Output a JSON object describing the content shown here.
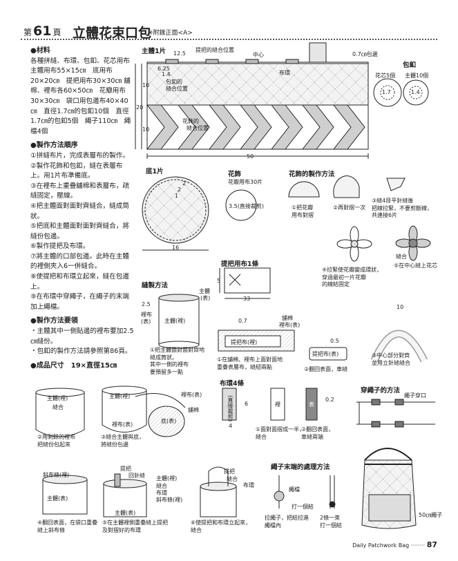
{
  "header": {
    "page_prefix": "第",
    "page_number": "61",
    "page_suffix": "頁",
    "title": "立體花束口包",
    "note": "※附錄正面<A>"
  },
  "materials": {
    "heading": "●材料",
    "body": "各種拼縫、布環、包釦、花芯用布　主體用布55×15㎝　底用布20×20㎝　提把用布30×30㎝ 舖棉、裡布各60×50㎝　花瓣用布30×30㎝　袋口用包邊布40×40㎝　直徑1.7㎝的包釦10個　直徑1.7㎝的包釦5個　繩子110㎝　繩檔4個"
  },
  "steps": {
    "heading": "●製作方法順序",
    "items": [
      "①拼縫布片，完成表層布的製作。",
      "②製作花飾和包釦，縫在表層布上。用1片布準備底。",
      "③在裡布上重疊舖棉和表層布，疏縫固定，壓線。",
      "④把主體面對面對齊縫合，縫成筒狀。",
      "⑤把底和主體面對面對齊縫合，將縫份包邊。",
      "⑥製作提把及布環。",
      "⑦將主體的口部包邊。此時在主體的裡側夾入6一併縫合。",
      "⑧使提把和布環立起來，縫在包邊上。",
      "⑨在布環中穿繩子，在繩子的末端加上繩檔。"
    ]
  },
  "points": {
    "heading": "●製作方法要領",
    "items": [
      "・主體其中一側貼邊的裡布要加2.5㎝縫份。",
      "・包釦的製作方法請參照第86頁。"
    ]
  },
  "size": {
    "label": "●成品尺寸",
    "value": "19×直徑15㎝"
  },
  "main_body": {
    "title": "主體1片",
    "handle_pos": "提把的縫合位置",
    "center": "中心",
    "loop": "布環",
    "binding": "0.7㎝包邊",
    "dim_12_5": "12.5",
    "dim_6_25": "6.25",
    "dim_1_4": "1.4",
    "button_pos_1": "包釦的",
    "button_pos_2": "縫合位置",
    "flower_pos_1": "花飾的",
    "flower_pos_2": "縫合位置",
    "dim_10a": "10",
    "dim_20": "20",
    "dim_10b": "10",
    "dim_50": "50"
  },
  "covered_button": {
    "title": "包釦",
    "core_label": "花芯5個",
    "body_label": "主體10個",
    "core_size": "1.7",
    "body_size": "1.4"
  },
  "bottom": {
    "title": "底1片",
    "dim_2a": "2",
    "dim_2b": "2",
    "dim_1": "1",
    "dim_16": "16"
  },
  "flower": {
    "title": "花飾",
    "sub": "花瓣用布30片",
    "diam": "3.5(直接裁剪)"
  },
  "flower_method": {
    "title": "花飾的製作方法",
    "s1a": "①把花瓣",
    "s1b": "用布對摺",
    "s2": "②再對摺一次",
    "s3a": "③縫4目平針縫後",
    "s3b": "把線拉緊，不要剪斷線，",
    "s3c": "共連接6片",
    "s4a": "④拉緊使花瓣變成環狀，",
    "s4b": "穿過最初一片花瓣",
    "s4c": "的線結固定",
    "sew": "縫合",
    "s5": "⑤在中心縫上花芯"
  },
  "handle_fabric": {
    "title": "提把用布1條",
    "dim_5": "5",
    "dim_33": "33"
  },
  "sewing": {
    "title": "縫製方法",
    "body_outer": "主體",
    "body_outer_2": "(表)",
    "dim_2_5": "2.5",
    "lining": "裡布",
    "lining_2": "(表)",
    "body_lining": "主體(裡)",
    "s1a": "①把主體面對面對齊地",
    "s1b": "縫成筒狀。",
    "s1c": "其中一側的裡布",
    "s1d": "要預留多一點"
  },
  "handle_steps": {
    "dim_0_7": "0.7",
    "batting": "舖棉",
    "lining_outer": "裡布(表)",
    "handle_inner": "提把布(裡)",
    "s1a": "①在舖棉、裡布上面對面地",
    "s1b": "重疊表層布，縫紉兩點",
    "dim_0_5": "0.5",
    "handle_outer": "提把布(表)",
    "s2": "②翻回表面，車縫",
    "dim_10": "10",
    "s3a": "③中心部分對齊",
    "s3b": "並用立針縫縫合"
  },
  "loop_strip": {
    "title": "布環4條",
    "cut": "(直接裁剪)",
    "dim_6": "6",
    "dim_4": "4",
    "lining": "裡",
    "outer": "表",
    "dim_0_2": "0.2",
    "s1a": "①面對面摺成一半，",
    "s1b": "縫合",
    "s2a": "②翻回表面，",
    "s2b": "車縫兩端"
  },
  "cord_method": {
    "title": "穿繩子的方法",
    "hole": "繩子穿口"
  },
  "step2": {
    "body_lining": "主體(裡)",
    "sew": "縫合",
    "cap1": "②用剩餘的裡布",
    "cap2": "把縫份包起來"
  },
  "step3": {
    "body_lining": "主體(裡)",
    "lining_outer": "裡布(表)",
    "batting": "舖棉",
    "base_outer": "底(表)",
    "lining_outer2": "裡布(表)",
    "cap1": "③縫合主體與底，",
    "cap2": "將縫份包邊"
  },
  "step4": {
    "bias": "斜布條(裡)",
    "body_outer": "主體(表)",
    "cap1": "④翻回表面，在袋口重疊",
    "cap2": "縫上斜布條"
  },
  "step5": {
    "handle": "提把",
    "edge": "回針縫",
    "body_lining": "主體(裡)",
    "sew": "縫合",
    "loop": "布環",
    "bias_lining": "斜布條(裡)",
    "body_outer": "主體(表)",
    "cap1": "⑤在主體裡側重疊縫上提把",
    "cap2": "及對摺好的布環"
  },
  "step6": {
    "handle": "提把",
    "sew": "縫合",
    "loop": "布環",
    "cap1": "⑥使提把和布環立起來，",
    "cap2": "縫合"
  },
  "cord_end": {
    "title": "繩子末端的處理方法",
    "stopper": "繩檔",
    "knot": "打一個結",
    "cap1a": "拉繩子，把結拉進",
    "cap1b": "繩檔內",
    "cap2a": "2條一束",
    "cap2b": "打一個結",
    "cord": "50㎝繩子"
  },
  "footer": {
    "text": "Daily Patchwork Bag",
    "page": "87"
  }
}
